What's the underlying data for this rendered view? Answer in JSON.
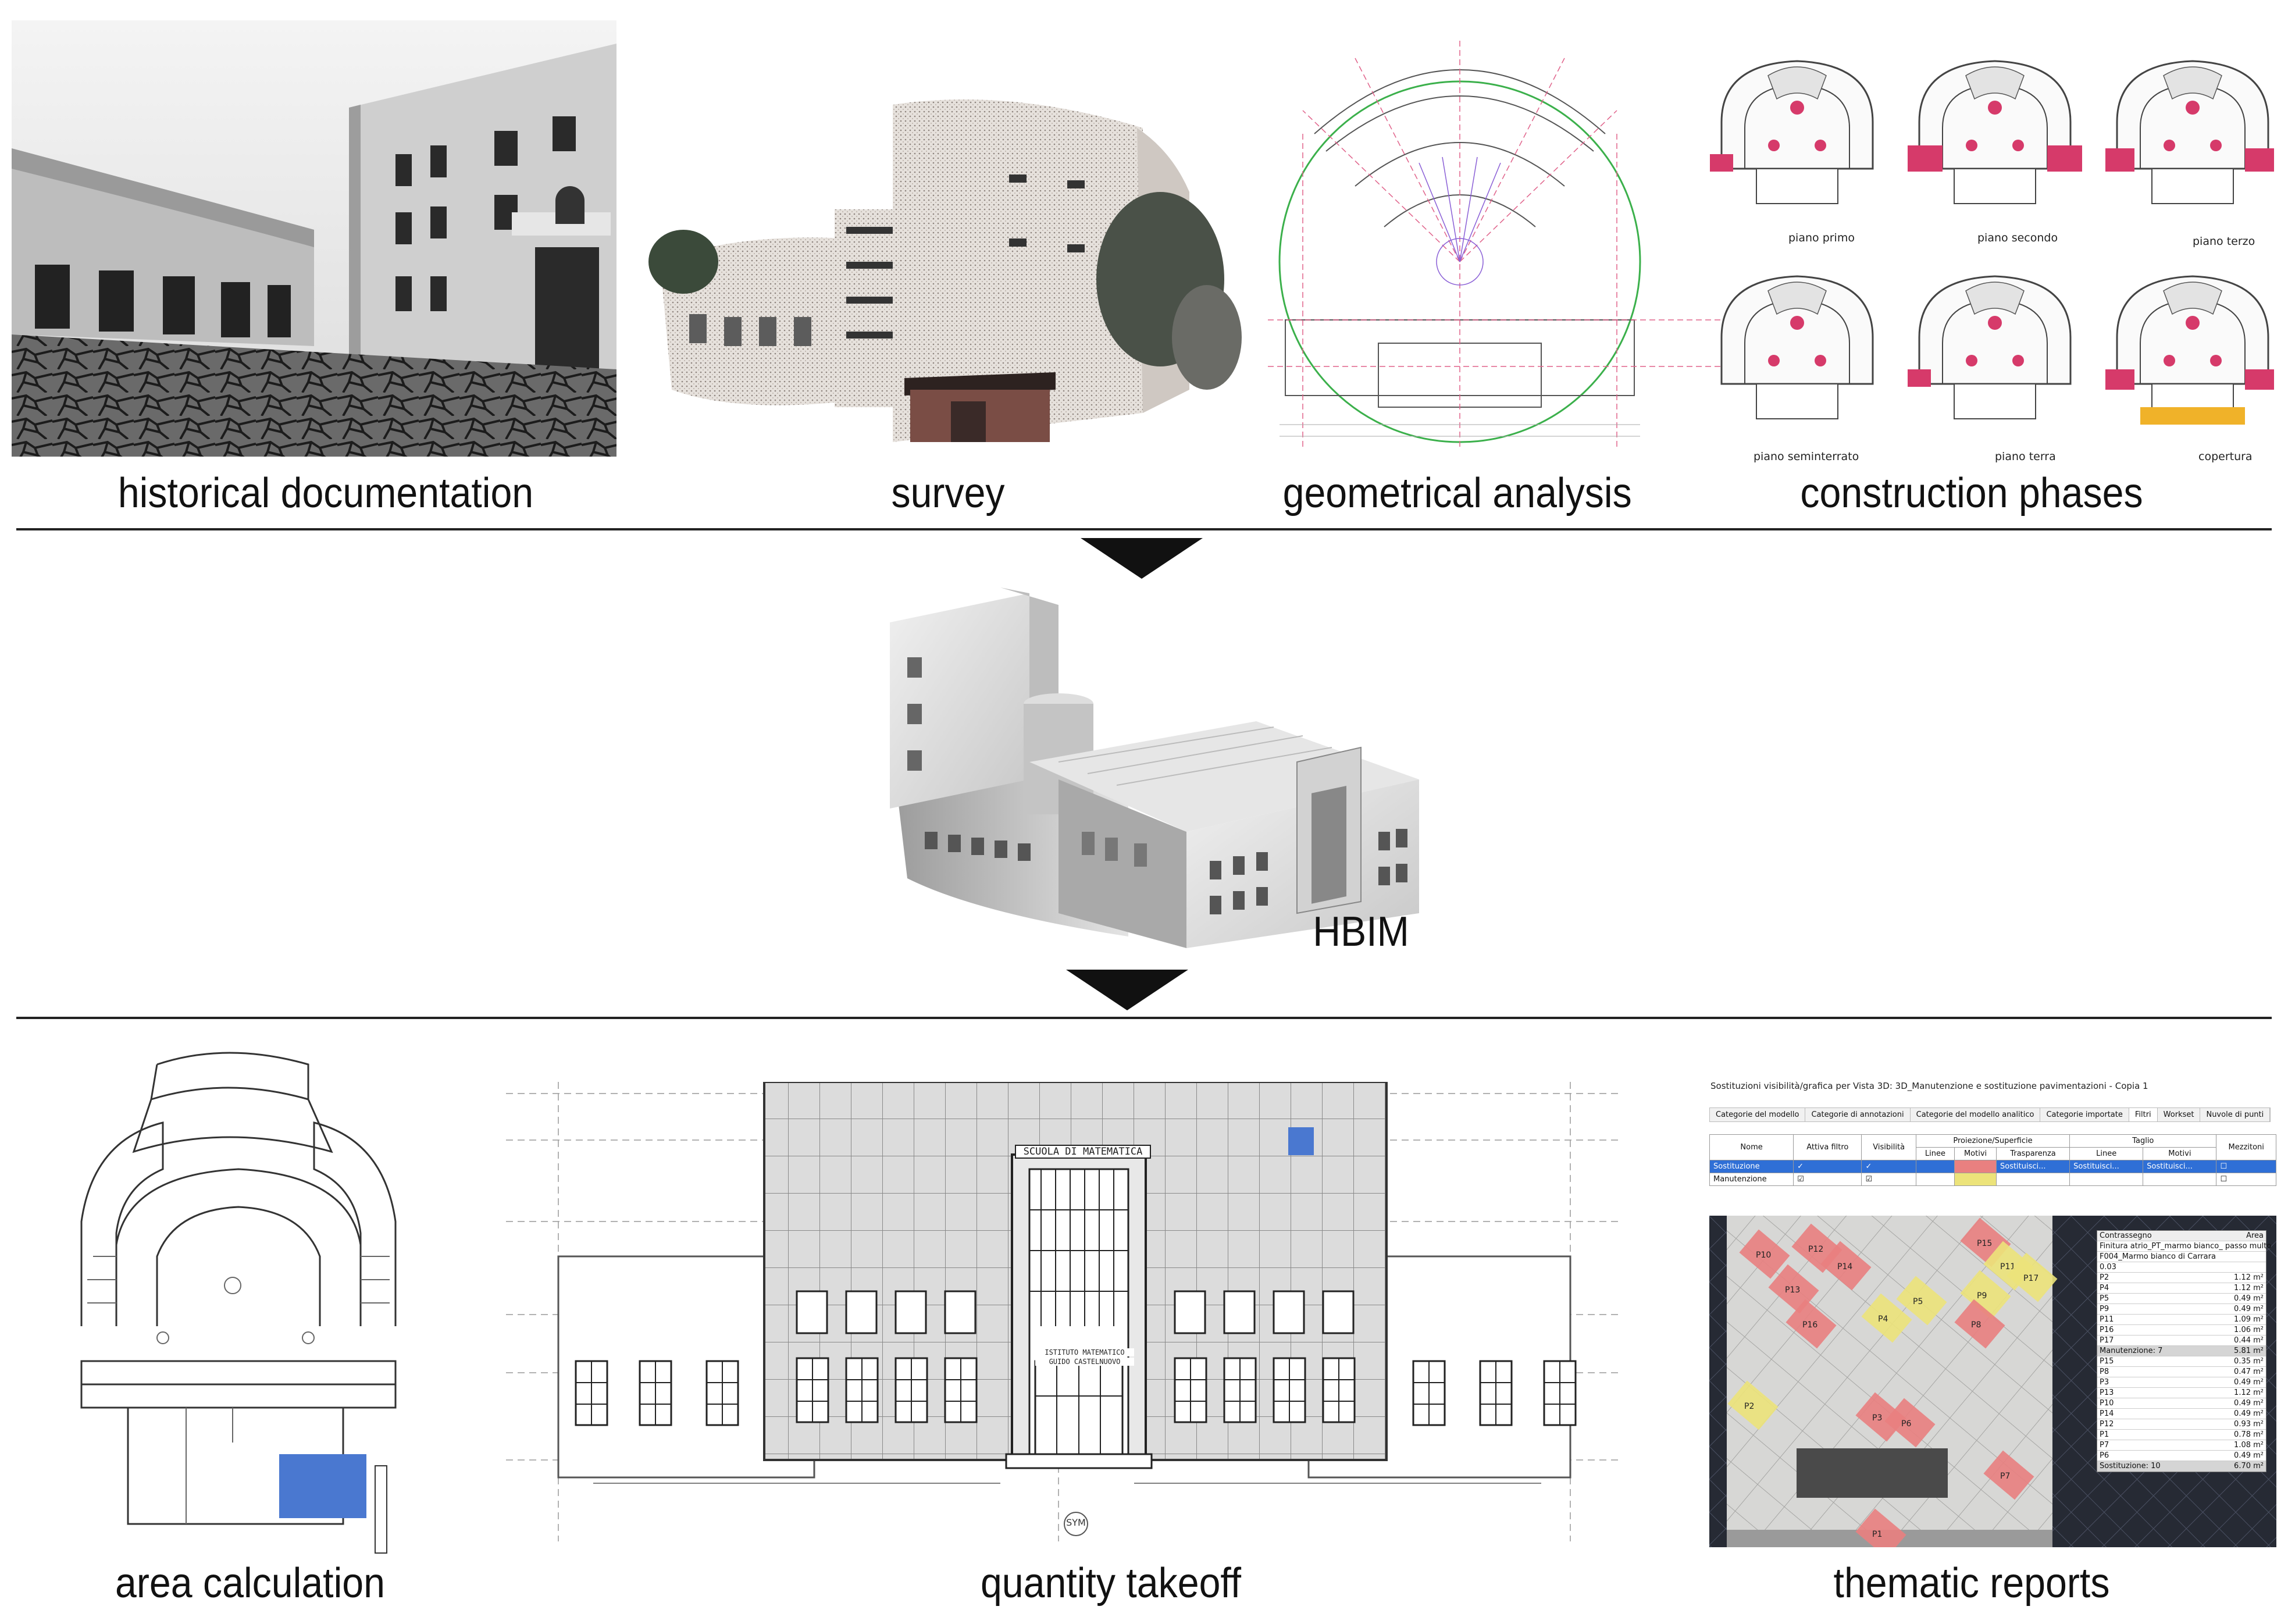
{
  "panels_top": {
    "historical": {
      "caption": "historical documentation"
    },
    "survey": {
      "caption": "survey"
    },
    "geometry": {
      "caption": "geometrical analysis"
    },
    "phases": {
      "caption": "construction phases",
      "plans": [
        "piano primo",
        "piano secondo",
        "piano terzo",
        "piano seminterrato",
        "piano terra",
        "copertura"
      ]
    }
  },
  "middle": {
    "caption": "HBIM"
  },
  "panels_bottom": {
    "area": {
      "caption": "area calculation"
    },
    "quantity": {
      "caption": "quantity takeoff",
      "sign_top": "SCUOLA DI MATEMATICA",
      "sign_door_1": "ISTITUTO MATEMATICO",
      "sign_door_2": "GUIDO CASTELNUOVO",
      "sym": "SYM"
    },
    "thematic": {
      "caption": "thematic reports",
      "window_title": "Sostituzioni visibilità/grafica per Vista 3D: 3D_Manutenzione e sostituzione pavimentazioni - Copia 1",
      "tabs": [
        "Categorie del modello",
        "Categorie di annotazioni",
        "Categorie del modello analitico",
        "Categorie importate",
        "Filtri",
        "Workset",
        "Nuvole di punti"
      ],
      "table_headers": [
        "Nome",
        "Attiva filtro",
        "Visibilità",
        "Proiezione/Superficie",
        "Taglio",
        "Mezzitoni"
      ],
      "sub_headers": [
        "Linee",
        "Motivi",
        "Trasparenza",
        "Linee",
        "Motivi"
      ],
      "rows": [
        {
          "name": "Sostituzione",
          "cells": [
            "Sostituisci...",
            "Sostituisci...",
            "Sostituisci..."
          ]
        },
        {
          "name": "Manutenzione",
          "cells": [
            "",
            "",
            ""
          ]
        }
      ],
      "schedule_header": [
        "Contrassegno",
        "Area"
      ],
      "schedule_group_1": "Finitura atrio_PT_marmo bianco_ passo multo",
      "schedule_group_1b": "F004_Marmo bianco di Carrara",
      "schedule_group_1c": "0.03",
      "schedule_rows_1": [
        [
          "P2",
          "1.12 m²"
        ],
        [
          "P4",
          "1.12 m²"
        ],
        [
          "P5",
          "0.49 m²"
        ],
        [
          "P9",
          "0.49 m²"
        ],
        [
          "P11",
          "1.09 m²"
        ],
        [
          "P16",
          "1.06 m²"
        ],
        [
          "P17",
          "0.44 m²"
        ]
      ],
      "schedule_total_1": [
        "Manutenzione: 7",
        "5.81 m²"
      ],
      "schedule_rows_2": [
        [
          "P15",
          "0.35 m²"
        ],
        [
          "P8",
          "0.47 m²"
        ],
        [
          "P3",
          "0.49 m²"
        ],
        [
          "P13",
          "1.12 m²"
        ],
        [
          "P10",
          "0.49 m²"
        ],
        [
          "P14",
          "0.49 m²"
        ],
        [
          "P12",
          "0.93 m²"
        ],
        [
          "P1",
          "0.78 m²"
        ],
        [
          "P7",
          "1.08 m²"
        ],
        [
          "P6",
          "0.49 m²"
        ]
      ],
      "schedule_total_2": [
        "Sostituzione: 10",
        "6.70 m²"
      ],
      "tile_labels": [
        "P10",
        "P12",
        "P14",
        "P13",
        "P16",
        "P15",
        "P11",
        "P17",
        "P9",
        "P5",
        "P4",
        "P8",
        "P2",
        "P3",
        "P6",
        "P7",
        "P1"
      ]
    }
  },
  "colors": {
    "accent_blue": "#4a78d0",
    "tile_red": "#e98080",
    "tile_yellow": "#ece37a",
    "plan_pink": "#d63a6a",
    "plan_orange": "#f0b229"
  }
}
